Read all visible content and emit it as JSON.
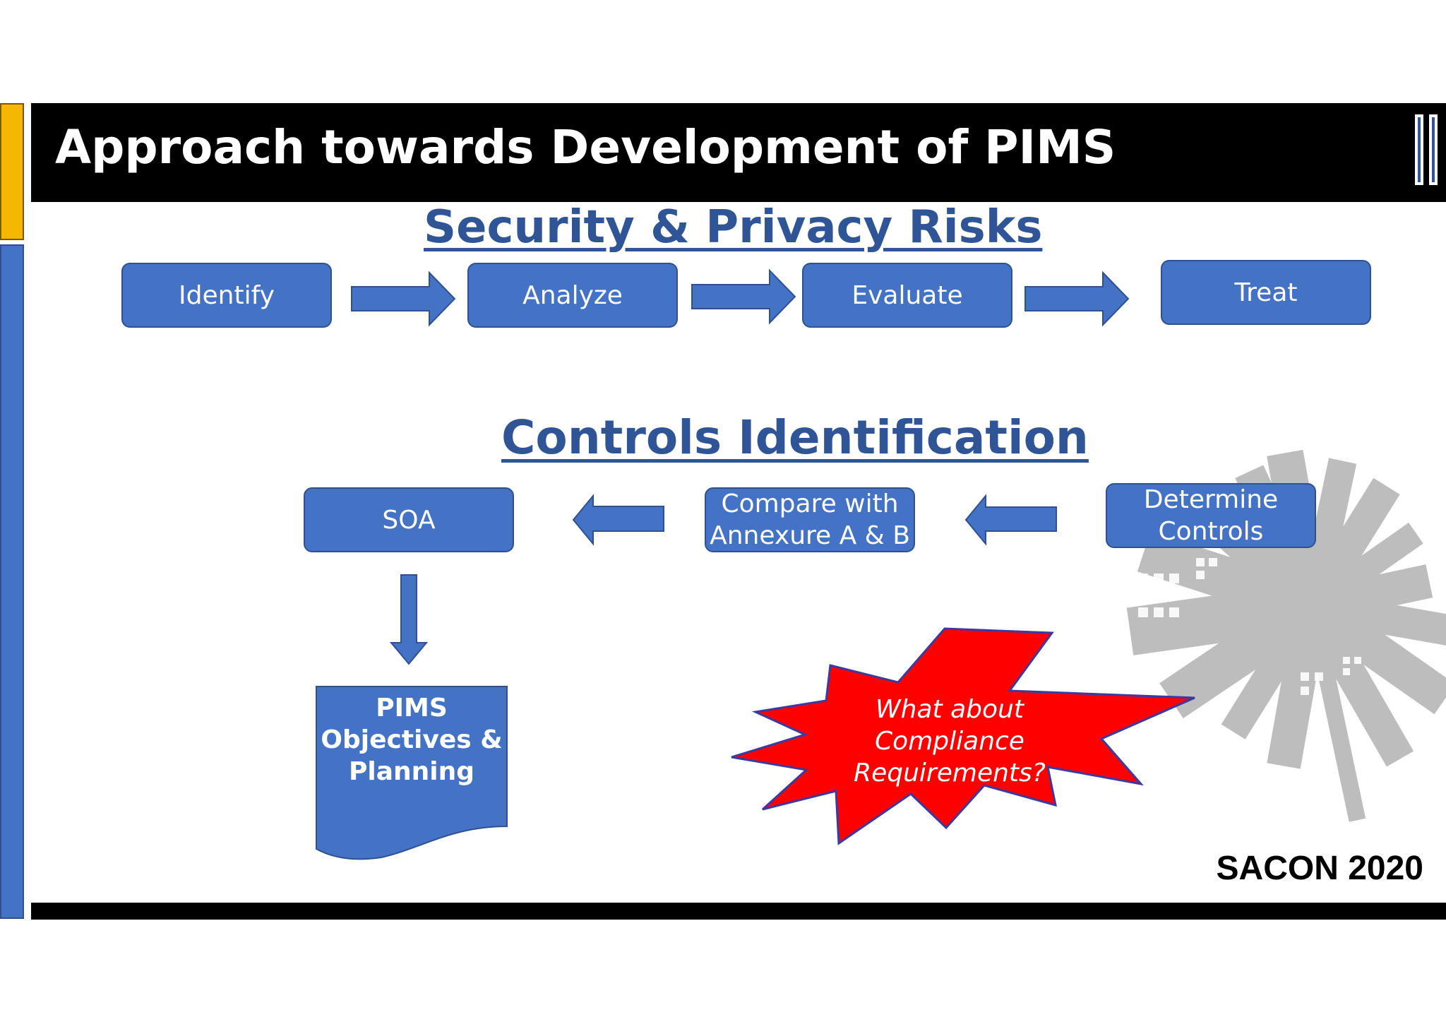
{
  "slide": {
    "title": "Approach towards Development of PIMS",
    "footer_brand": "SACON 2020"
  },
  "section_risks": {
    "title": "Security & Privacy Risks",
    "steps": [
      "Identify",
      "Analyze",
      "Evaluate",
      "Treat"
    ]
  },
  "section_controls": {
    "title": "Controls Identification",
    "steps": [
      "Determine\nControls",
      "Compare with\nAnnexure A & B",
      "SOA"
    ],
    "document": "PIMS\nObjectives &\nPlanning"
  },
  "callout": {
    "text": "What about\nCompliance\nRequirements?"
  },
  "colors": {
    "box_fill": "#4472c4",
    "box_border": "#2f528f",
    "title_blue": "#2f5597",
    "accent_yellow": "#f5b700",
    "callout_red": "#ff0000",
    "graphic_gray": "#bdbdbd"
  }
}
